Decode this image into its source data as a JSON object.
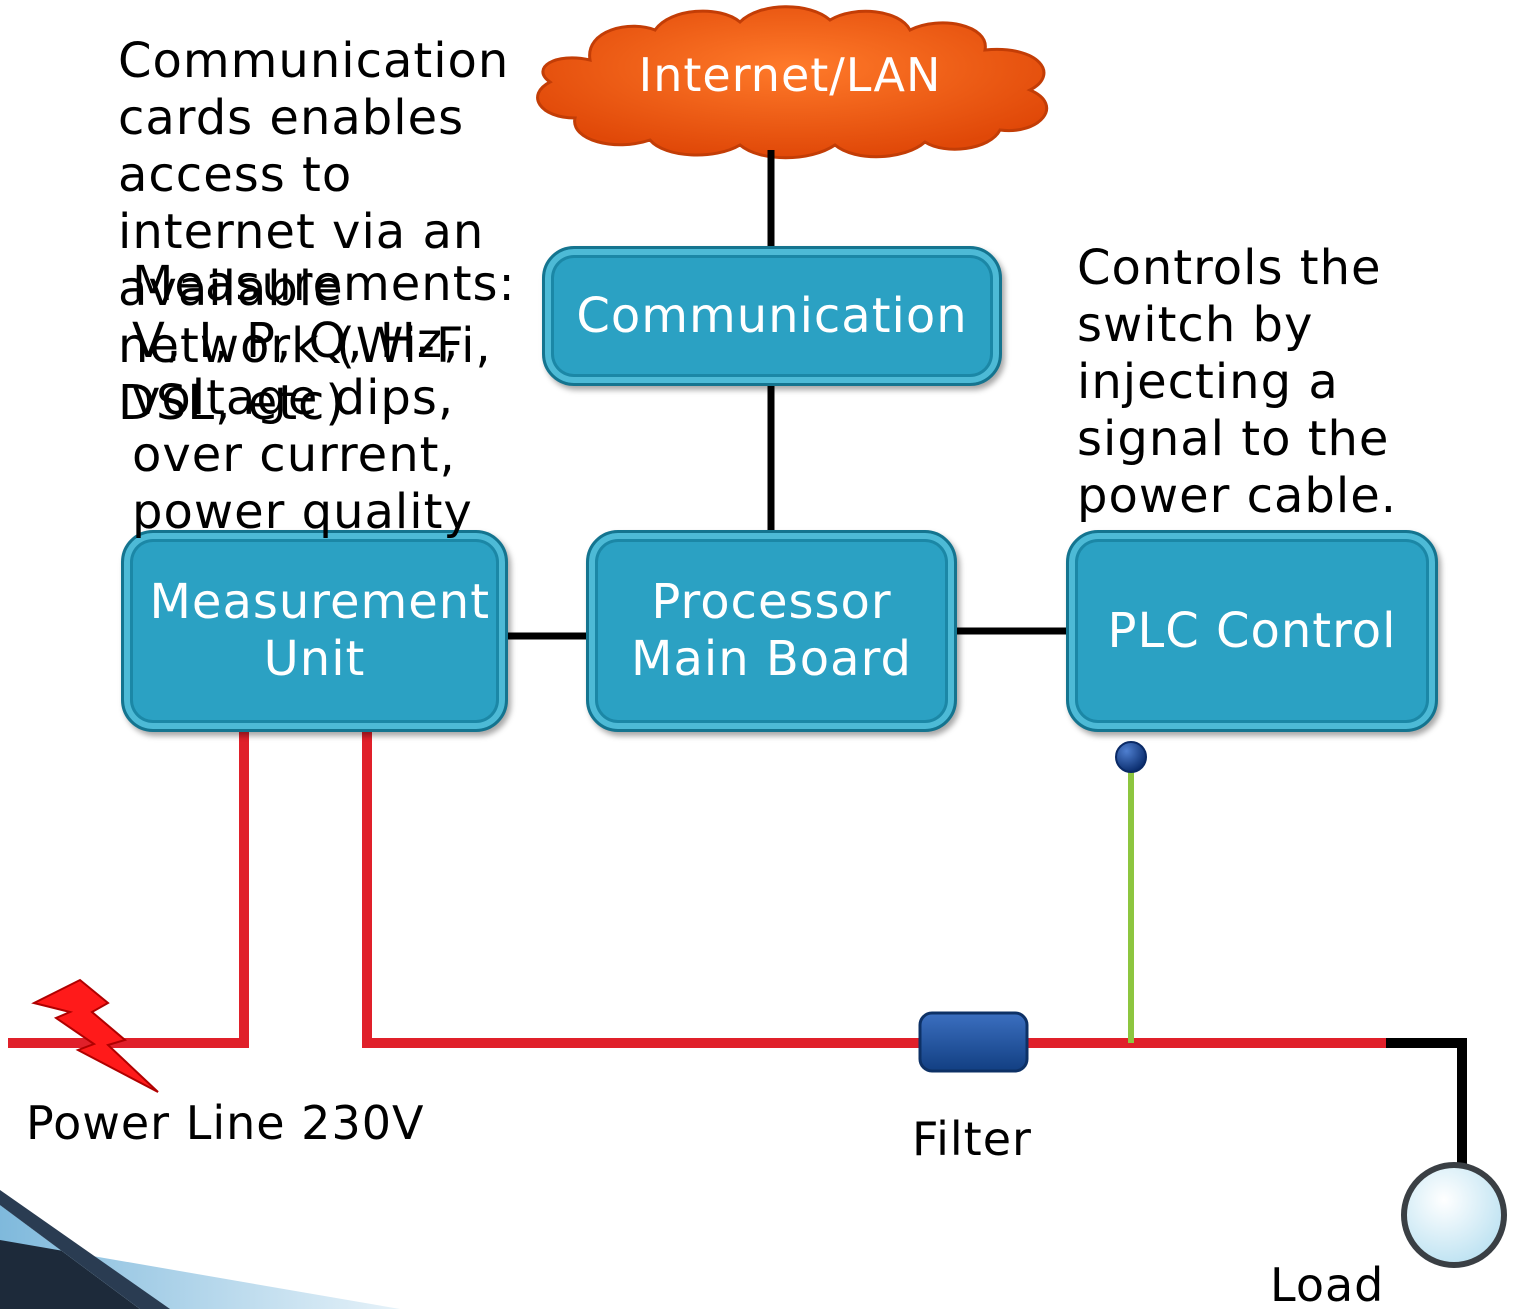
{
  "cloud": {
    "label": "Internet/LAN"
  },
  "blocks": {
    "communication": "Communication",
    "measurement_unit": "Measurement Unit",
    "processor": "Processor Main Board",
    "plc_control": "PLC Control"
  },
  "notes": {
    "communication": "Communication cards enables access to internet via an available network (Wi-Fi, DSL, etc)",
    "measurements": "Measurements: V, I, P, Q, Hz, voltage dips, over current, power quality",
    "plc": "Controls the switch by injecting a signal to the power cable."
  },
  "labels": {
    "power_line": "Power Line 230V",
    "filter": "Filter",
    "load": "Load"
  },
  "colors": {
    "block_fill": "#2ba1c3",
    "cloud_fill": "#f05a14",
    "power_wire": "#e0202a",
    "signal_wire": "#8dc63f",
    "data_wire": "#000000",
    "filter_fill": "#1d4f95"
  },
  "icons": {
    "lightning": "lightning-bolt-icon",
    "load": "load-bulb-icon",
    "filter": "filter-capsule-icon",
    "cloud": "cloud-icon"
  }
}
